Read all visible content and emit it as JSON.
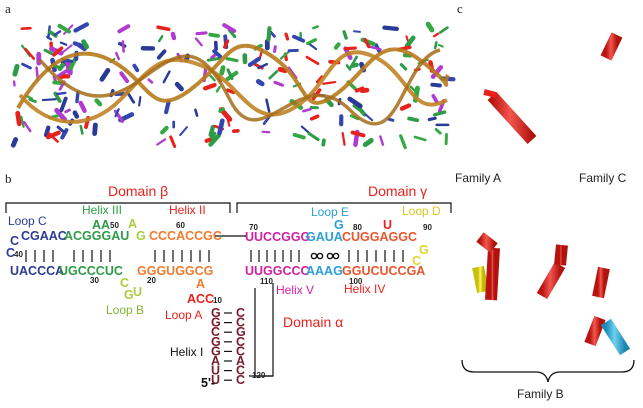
{
  "panel_labels": {
    "a": "a",
    "b": "b",
    "c": "c"
  },
  "domains": {
    "beta": "Domain β",
    "gamma": "Domain γ",
    "alpha": "Domain α"
  },
  "helices": {
    "h1": "Helix I",
    "h2": "Helix II",
    "h3": "Helix III",
    "h4": "Helix IV",
    "h5": "Helix V"
  },
  "loops": {
    "a": "Loop A",
    "b": "Loop B",
    "c": "Loop C",
    "d": "Loop D",
    "e": "Loop E"
  },
  "sequence": {
    "c_top": "CGAAC",
    "c_bot": "UACCCA",
    "c_left1": "C",
    "c_left2": "C",
    "h3_top": "ACGGGAU",
    "h3_bot": "UGCCCUC",
    "aa": "AA",
    "b_g1": "G",
    "b_c": "C",
    "b_g2": "G",
    "b_u": "U",
    "b_a": "A",
    "h2_top": "CCCACCGC",
    "h2_bot": "GGGUGGCG",
    "link_a": "A",
    "acc": "ACC",
    "h1_left": [
      "G",
      "G",
      "C",
      "G",
      "G",
      "A",
      "U",
      "U"
    ],
    "h1_right": [
      "C",
      "C",
      "G",
      "C",
      "C",
      "A",
      "C",
      "C"
    ],
    "five_prime": "5'-",
    "e_top": "UUCCGGG",
    "e_top2": "GAUA",
    "e_g": "G",
    "h4_top": "CUGGAGGC",
    "u_top": "U",
    "d_g": "G",
    "d_c": "C",
    "e_bot": "UUGGCCC",
    "e_bot2": "AAAG",
    "h4_bot": "GGUCUCCGA"
  },
  "numbers": {
    "n10": "10",
    "n20": "20",
    "n30": "30",
    "n40": "40",
    "n50": "50",
    "n60": "60",
    "n70": "70",
    "n80": "80",
    "n90": "90",
    "n100": "100",
    "n110": "110",
    "n120": "120"
  },
  "families": {
    "a": "Family A",
    "b": "Family B",
    "c": "Family C"
  },
  "colors": {
    "domain_label": "#e8211c",
    "loop_c": "#2a3b97",
    "helix3": "#2e9b47",
    "loop_b": "#a9cd3d",
    "helix2": "#f07b2e",
    "loop_a": "#e8211c",
    "helix1": "#7a1b2c",
    "helix5": "#d21fa0",
    "loop_e": "#2a9fd8",
    "helix4": "#e9552c",
    "loop_d": "#e3d52c",
    "cyl_cyan": "#2bb2e0",
    "cyl_yellow": "#ece321",
    "cyl_red": "#e8211c"
  }
}
